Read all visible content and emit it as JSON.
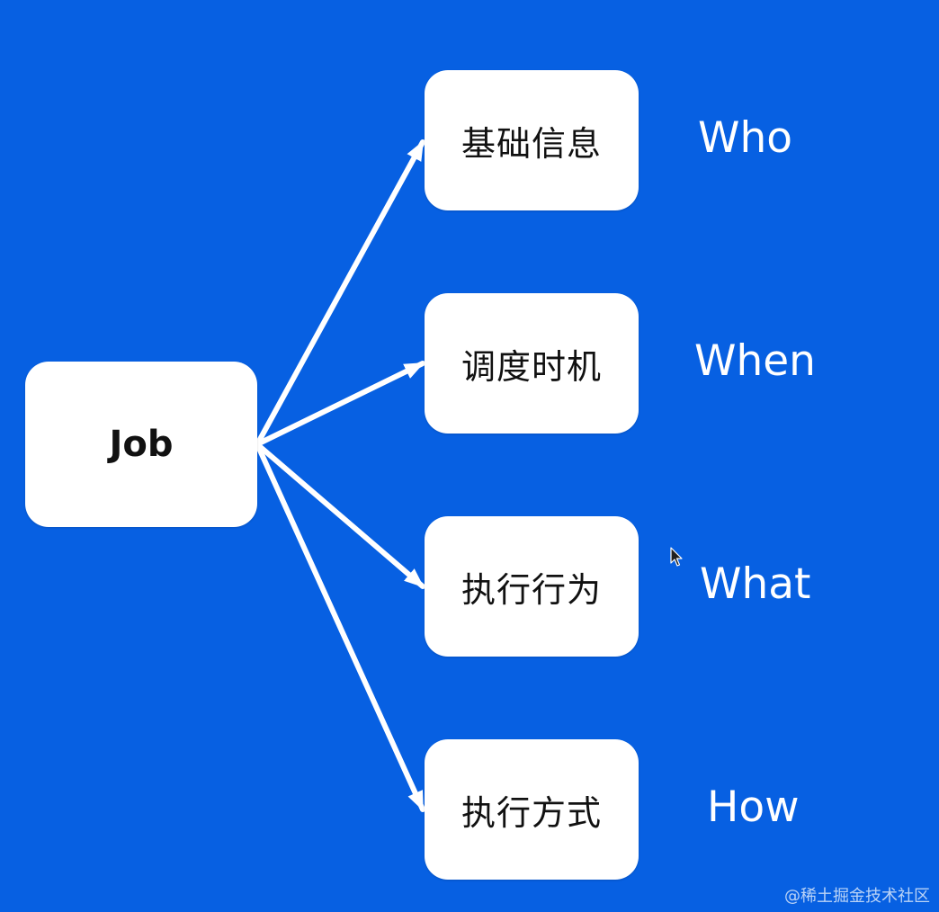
{
  "diagram": {
    "root": {
      "label": "Job"
    },
    "branches": [
      {
        "label": "基础信息",
        "question": "Who"
      },
      {
        "label": "调度时机",
        "question": "When"
      },
      {
        "label": "执行行为",
        "question": "What"
      },
      {
        "label": "执行方式",
        "question": "How"
      }
    ]
  },
  "watermark": {
    "text": "@稀土掘金技术社区"
  },
  "colors": {
    "background": "#0760e2",
    "box_fill": "#ffffff",
    "box_text": "#111111",
    "arrow": "#ffffff",
    "question_text": "#ffffff"
  },
  "icons": {
    "cursor": "mouse-pointer-icon",
    "arrowheads": "arrowhead-icon"
  }
}
